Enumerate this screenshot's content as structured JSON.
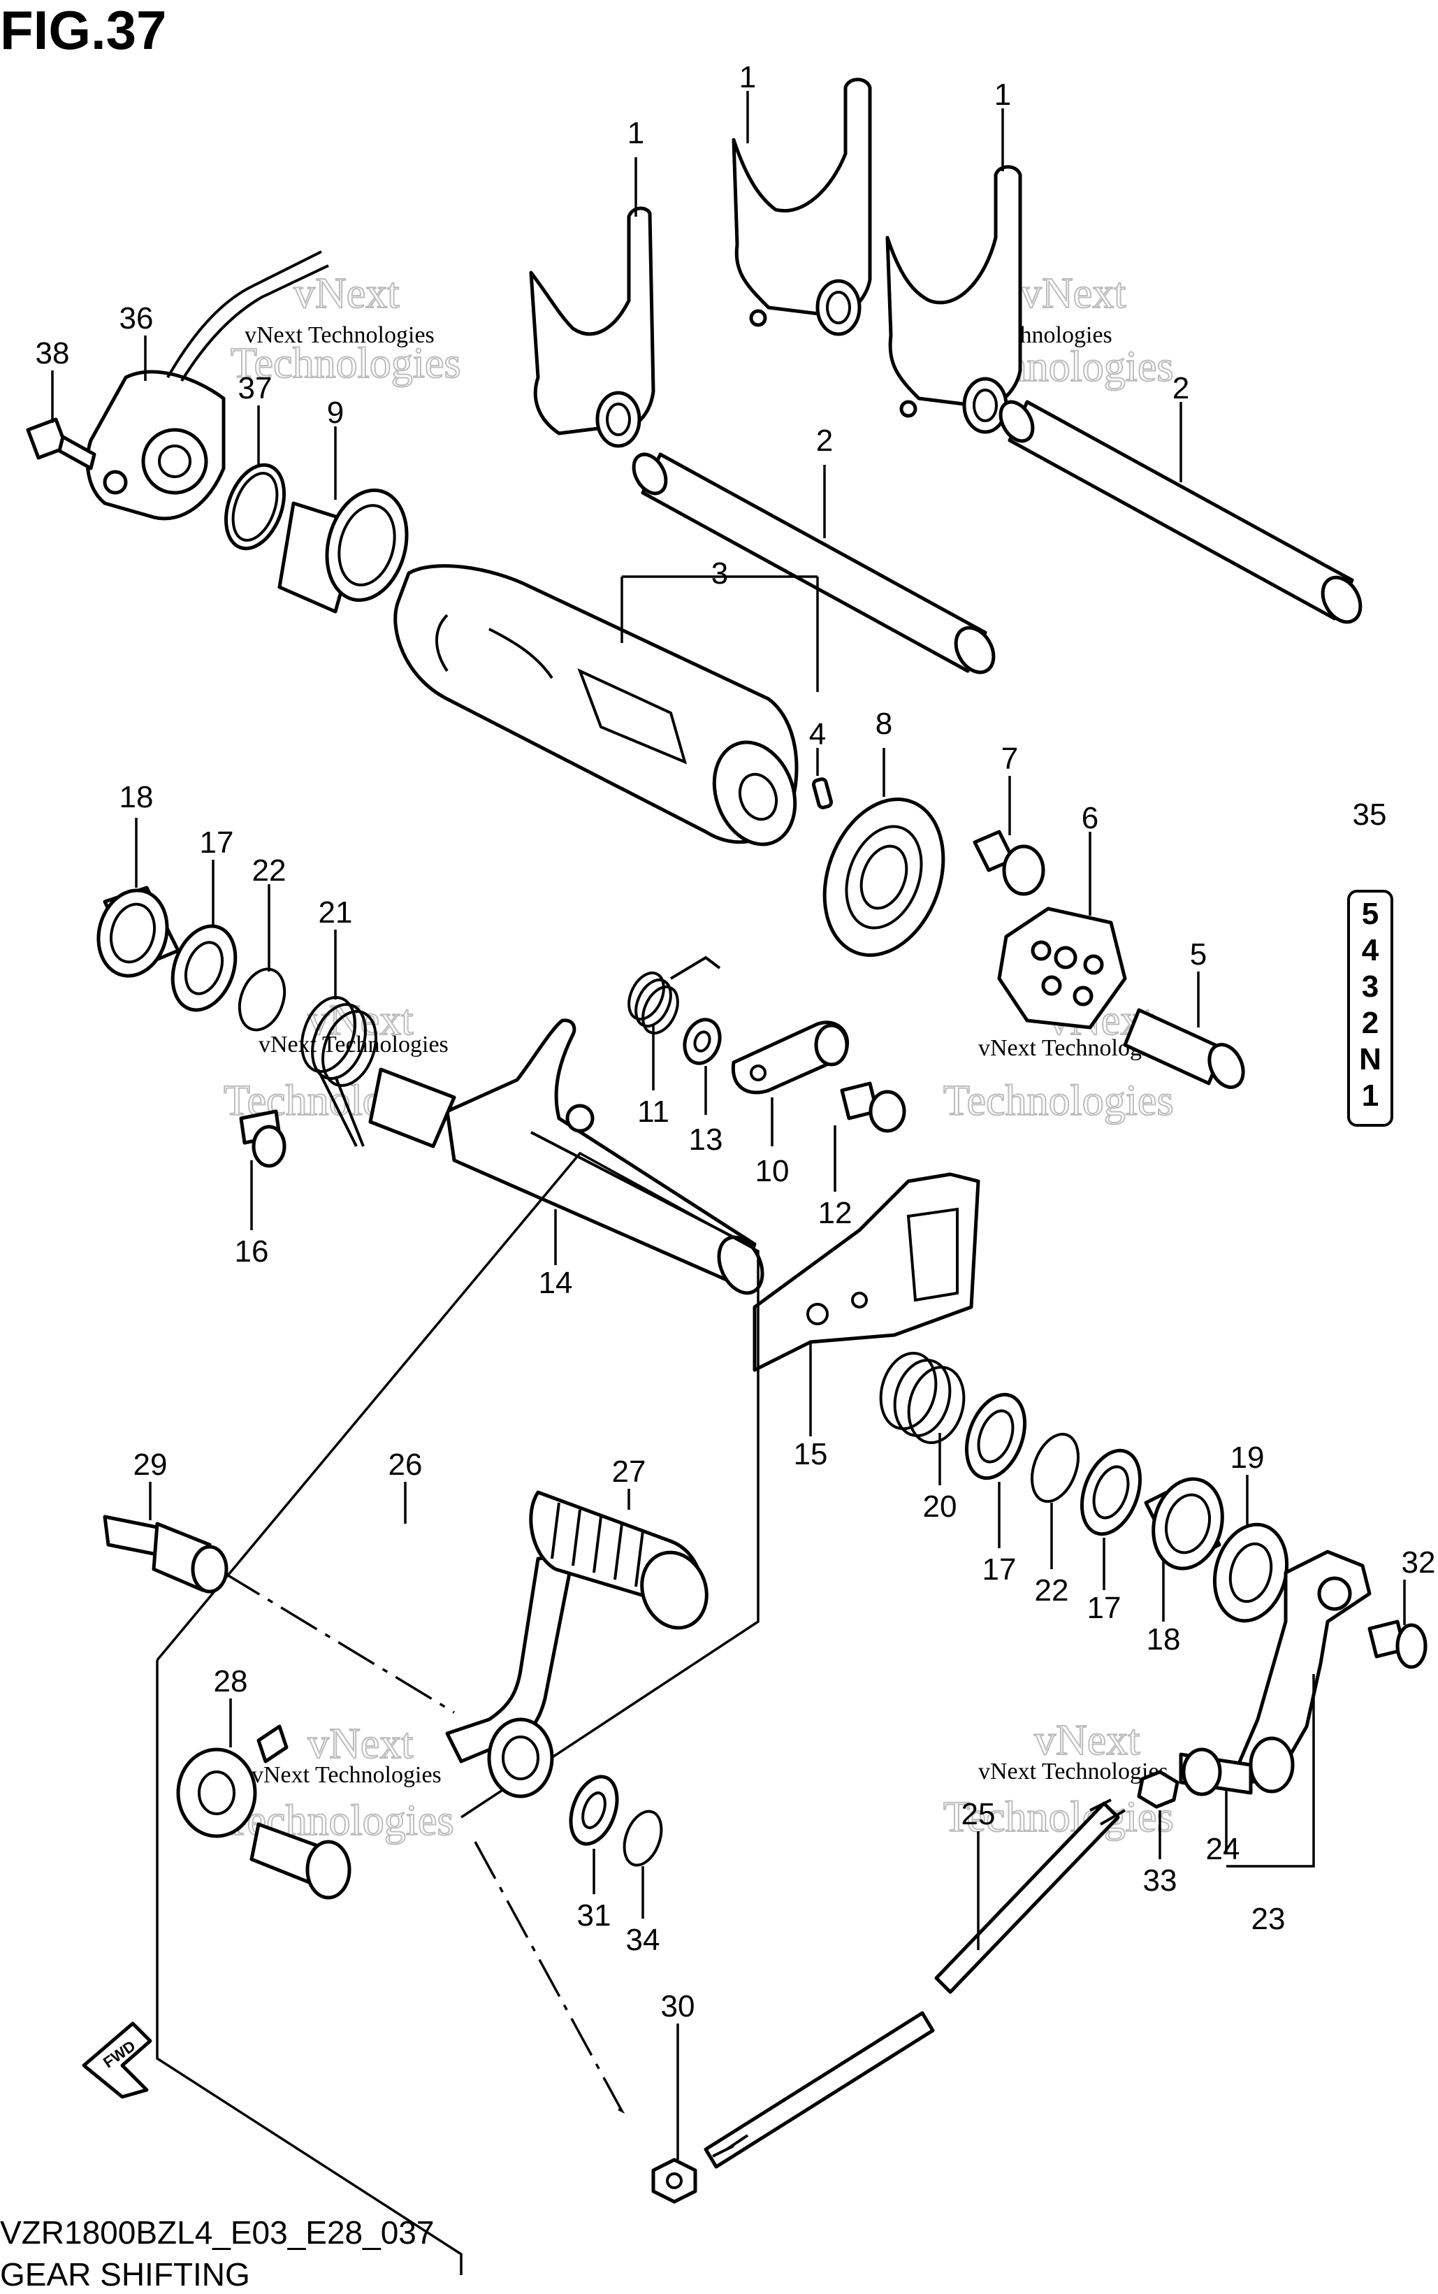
{
  "figure": {
    "number": "FIG.37",
    "code": "VZR1800BZL4_E03_E28_037",
    "title": "GEAR SHIFTING"
  },
  "gear_indicator": {
    "label": "35",
    "positions": [
      "5",
      "4",
      "3",
      "2",
      "N",
      "1"
    ]
  },
  "watermark": {
    "line1": "vNext Technologies",
    "line2a": "vNext",
    "line2b": "Technologies"
  },
  "fwd_label": "FWD",
  "callouts": [
    "1",
    "1",
    "1",
    "2",
    "2",
    "3",
    "4",
    "5",
    "6",
    "7",
    "8",
    "9",
    "10",
    "11",
    "12",
    "13",
    "14",
    "15",
    "16",
    "17",
    "17",
    "17",
    "18",
    "18",
    "19",
    "20",
    "21",
    "22",
    "22",
    "23",
    "24",
    "25",
    "26",
    "27",
    "28",
    "29",
    "30",
    "31",
    "32",
    "33",
    "34",
    "36",
    "37",
    "38"
  ]
}
